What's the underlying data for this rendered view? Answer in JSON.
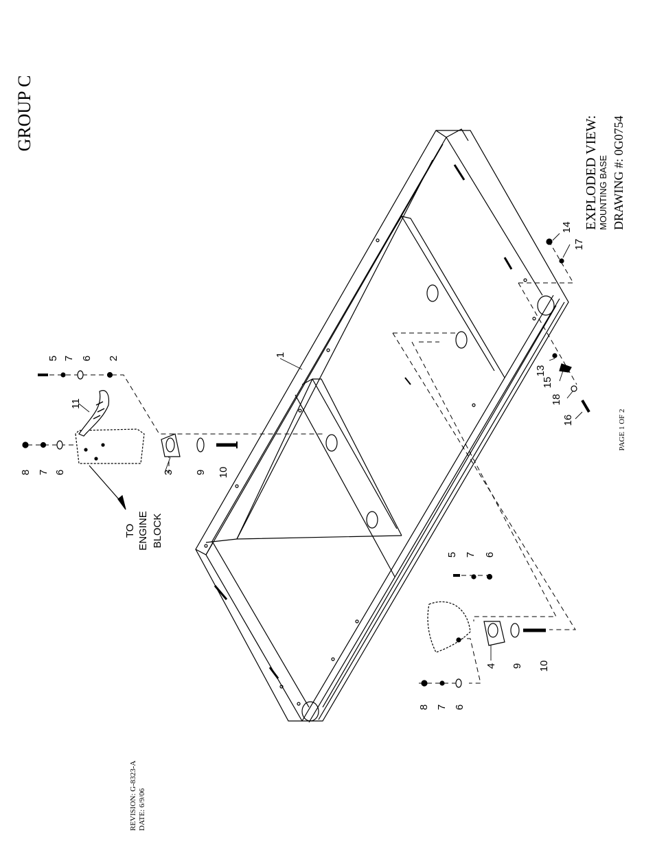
{
  "header": {
    "group": "GROUP C"
  },
  "title_block": {
    "heading": "EXPLODED VIEW:",
    "subtitle": "MOUNTING BASE",
    "drawing": "DRAWING #: 0G0754"
  },
  "footer": {
    "page": "PAGE 1 OF 2",
    "revision": "REVISION: G-8323-A",
    "date": "DATE:  6/9/06"
  },
  "callouts": {
    "engine_block": [
      "TO",
      "ENGINE",
      "BLOCK"
    ],
    "top_stack": [
      "8",
      "7",
      "6",
      "3",
      "9",
      "10"
    ],
    "top_bracket": [
      "5",
      "7",
      "6",
      "2",
      "11"
    ],
    "frame": "1",
    "right_stack": [
      "14",
      "17",
      "13",
      "15",
      "18",
      "16"
    ],
    "bottom_upper": [
      "5",
      "7",
      "6"
    ],
    "bottom_main": [
      "4",
      "9",
      "10"
    ],
    "bottom_lower": [
      "8",
      "7",
      "6"
    ]
  }
}
